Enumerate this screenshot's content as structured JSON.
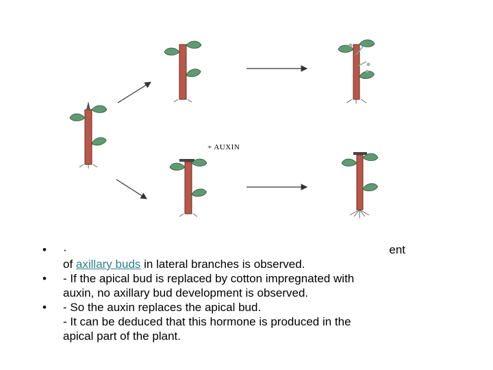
{
  "diagram": {
    "auxin_label": "+ AUXIN"
  },
  "bullets": [
    {
      "marker": "•",
      "lines": [
        "·",
        "ent"
      ],
      "continuation_prefix": "of ",
      "continuation_term": "axillary buds",
      "continuation_suffix": " in lateral branches is observed."
    },
    {
      "marker": "•",
      "lines": [
        "- If the apical bud is replaced by cotton impregnated with",
        "auxin, no axillary bud development is observed."
      ]
    },
    {
      "marker": "•",
      "lines": [
        "- So the auxin replaces the apical bud.",
        "- It can be deduced that this hormone is produced in the",
        "apical part of the plant."
      ]
    }
  ],
  "colors": {
    "stem": "#b8584a",
    "leaf": "#5f9a72",
    "arrow": "#333333",
    "link": "#2e7f8a"
  }
}
